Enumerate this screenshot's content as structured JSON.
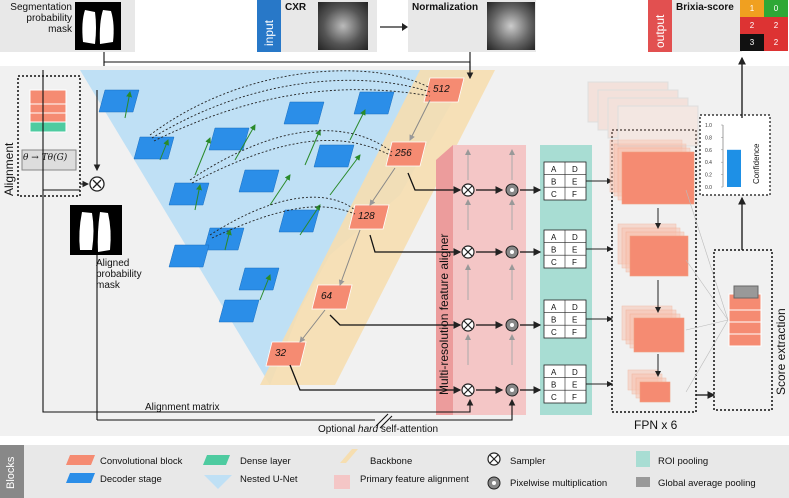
{
  "top": {
    "seg_title": "Segmentation\nprobability\nmask",
    "input_tag": "input",
    "cxr_label": "CXR",
    "normalization_label": "Normalization",
    "output_tag": "output",
    "brixia_label": "Brixia-score",
    "score_grid": [
      [
        "1",
        "0"
      ],
      [
        "2",
        "2"
      ],
      [
        "3",
        "2"
      ]
    ],
    "score_colors": [
      [
        "#f0a020",
        "#2ea836"
      ],
      [
        "#d33",
        "#d33"
      ],
      [
        "#111",
        "#d33"
      ]
    ]
  },
  "alignment": {
    "title": "Alignment",
    "formula": "θ → Tθ(G)",
    "aligned_mask_label": "Aligned\nprobability\nmask"
  },
  "backbone": {
    "scales": [
      "512",
      "256",
      "128",
      "64",
      "32"
    ]
  },
  "aligner": {
    "title": "Multi-resolution feature aligner"
  },
  "roi": {
    "letters": [
      "D",
      "E",
      "F"
    ],
    "left_letters": [
      "A",
      "B",
      "C"
    ]
  },
  "confidence": {
    "label": "Confidence",
    "ticks": [
      "1.0",
      "0.8",
      "0.6",
      "0.4",
      "0.2",
      "0.0"
    ],
    "value": 0.6,
    "color": "#1e90e6"
  },
  "fpn_label": "FPN x 6",
  "score_extraction_label": "Score extraction",
  "alignment_matrix_label": "Alignment matrix",
  "self_attention_label_pre": "Optional ",
  "self_attention_label_em": "hard",
  "self_attention_label_post": " self-attention",
  "legend": {
    "title": "Blocks",
    "items": {
      "conv": "Convolutional block",
      "decoder": "Decoder stage",
      "dense": "Dense layer",
      "nested": "Nested U-Net",
      "backbone": "Backbone",
      "primary": "Primary feature alignment",
      "sampler": "Sampler",
      "pixmul": "Pixelwise multiplication",
      "roi": "ROI pooling",
      "gap": "Global average pooling"
    }
  }
}
